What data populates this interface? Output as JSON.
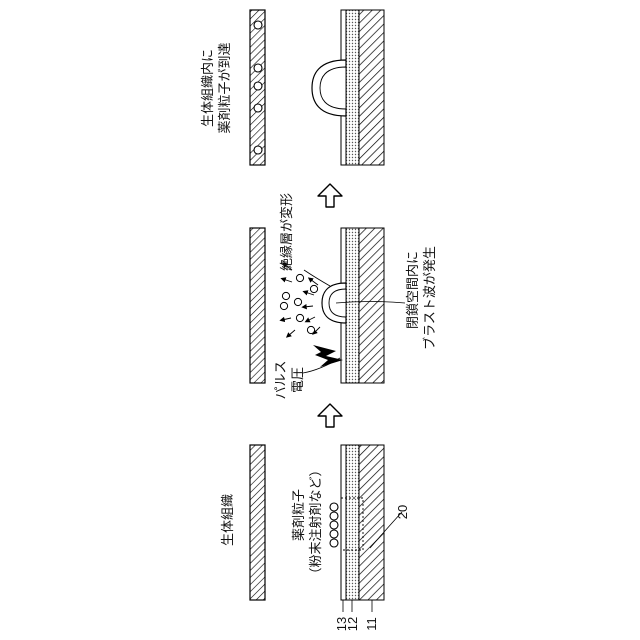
{
  "labels": {
    "bio_tissue": "生体組織",
    "drug_particles_line1": "薬剤粒子",
    "drug_particles_line2": "（粉末注射剤など）",
    "pulse_line1": "パルス",
    "pulse_line2": "電圧",
    "insulation_deformed": "絶縁層が変形",
    "blast_line1": "閉鎖空間内に",
    "blast_line2": "ブラスト波が発生",
    "reached_line1": "生体組織内に",
    "reached_line2": "薬剤粒子が到達"
  },
  "reference_numbers": {
    "n13": "13",
    "n12": "12",
    "n11": "11",
    "n20": "20"
  }
}
